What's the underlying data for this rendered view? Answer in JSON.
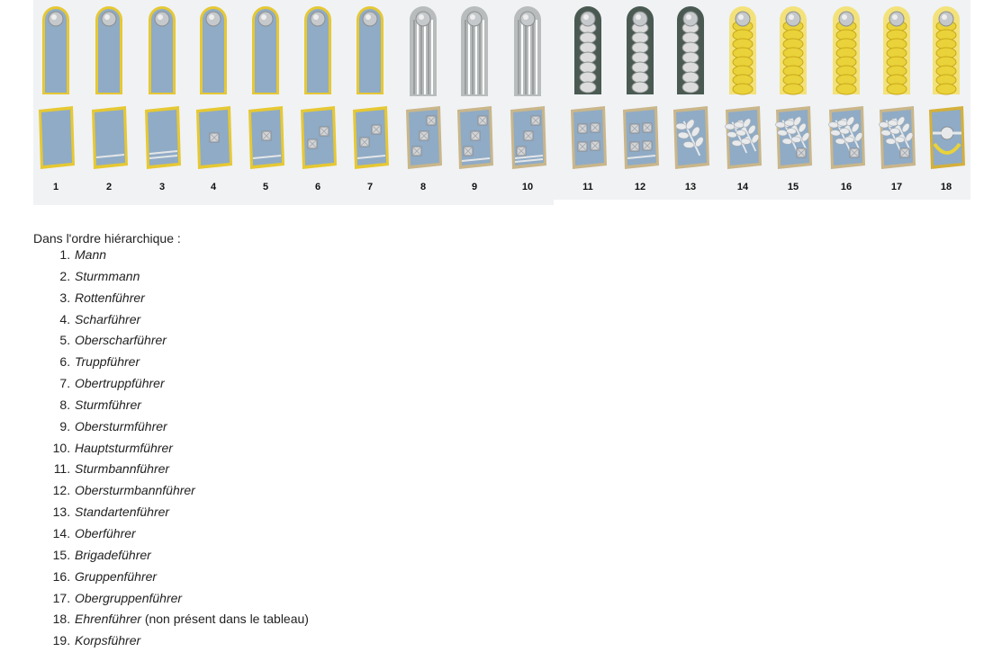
{
  "insignia": [
    {
      "number": "1"
    },
    {
      "number": "2"
    },
    {
      "number": "3"
    },
    {
      "number": "4"
    },
    {
      "number": "5"
    },
    {
      "number": "6"
    },
    {
      "number": "7"
    },
    {
      "number": "8"
    },
    {
      "number": "9"
    },
    {
      "number": "10"
    },
    {
      "number": "11"
    },
    {
      "number": "12"
    },
    {
      "number": "13"
    },
    {
      "number": "14"
    },
    {
      "number": "15"
    },
    {
      "number": "16"
    },
    {
      "number": "17"
    },
    {
      "number": "18"
    }
  ],
  "intro_text": "Dans l'ordre hiérarchique :",
  "ranks": [
    {
      "name": "Mann",
      "note": ""
    },
    {
      "name": "Sturmmann",
      "note": ""
    },
    {
      "name": "Rottenführer",
      "note": ""
    },
    {
      "name": "Scharführer",
      "note": ""
    },
    {
      "name": "Oberscharführer",
      "note": ""
    },
    {
      "name": "Truppführer",
      "note": ""
    },
    {
      "name": "Obertruppführer",
      "note": ""
    },
    {
      "name": "Sturmführer",
      "note": ""
    },
    {
      "name": "Obersturmführer",
      "note": ""
    },
    {
      "name": "Hauptsturmführer",
      "note": ""
    },
    {
      "name": "Sturmbannführer",
      "note": ""
    },
    {
      "name": "Obersturmbannführer",
      "note": ""
    },
    {
      "name": "Standartenführer",
      "note": ""
    },
    {
      "name": "Oberführer",
      "note": ""
    },
    {
      "name": "Brigadeführer",
      "note": ""
    },
    {
      "name": "Gruppenführer",
      "note": ""
    },
    {
      "name": "Obergruppenführer",
      "note": ""
    },
    {
      "name": "Ehrenführer",
      "note": " (non présent dans le tableau)"
    },
    {
      "name": "Korpsführer",
      "note": ""
    }
  ],
  "colors": {
    "panel_bg": "#f0f2f4",
    "insignia_blue": "#8fabc6",
    "piping_yellow": "#e6c833",
    "silver": "#dcdcdc",
    "dark_green": "#4a5a52",
    "gold_cord": "#e9d23a"
  }
}
